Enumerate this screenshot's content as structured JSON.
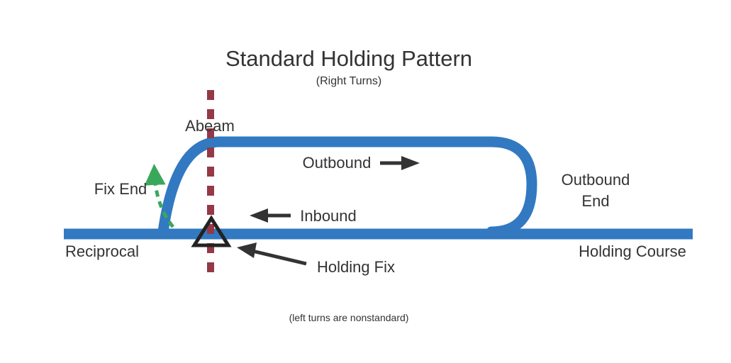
{
  "title": "Standard Holding Pattern",
  "subtitle": "(Right Turns)",
  "labels": {
    "abeam": "Abeam",
    "outbound": "Outbound",
    "inbound": "Inbound",
    "fix_end": "Fix End",
    "outbound_end_line1": "Outbound",
    "outbound_end_line2": "End",
    "reciprocal": "Reciprocal",
    "holding_course": "Holding Course",
    "holding_fix": "Holding Fix"
  },
  "note": "(left turns are nonstandard)",
  "colors": {
    "track": "#3279c1",
    "abeam_line": "#943946",
    "fix_end_arrow": "#3aa85a",
    "pointer_arrows": "#333333",
    "fix_triangle": "#222222",
    "text": "#333333"
  }
}
